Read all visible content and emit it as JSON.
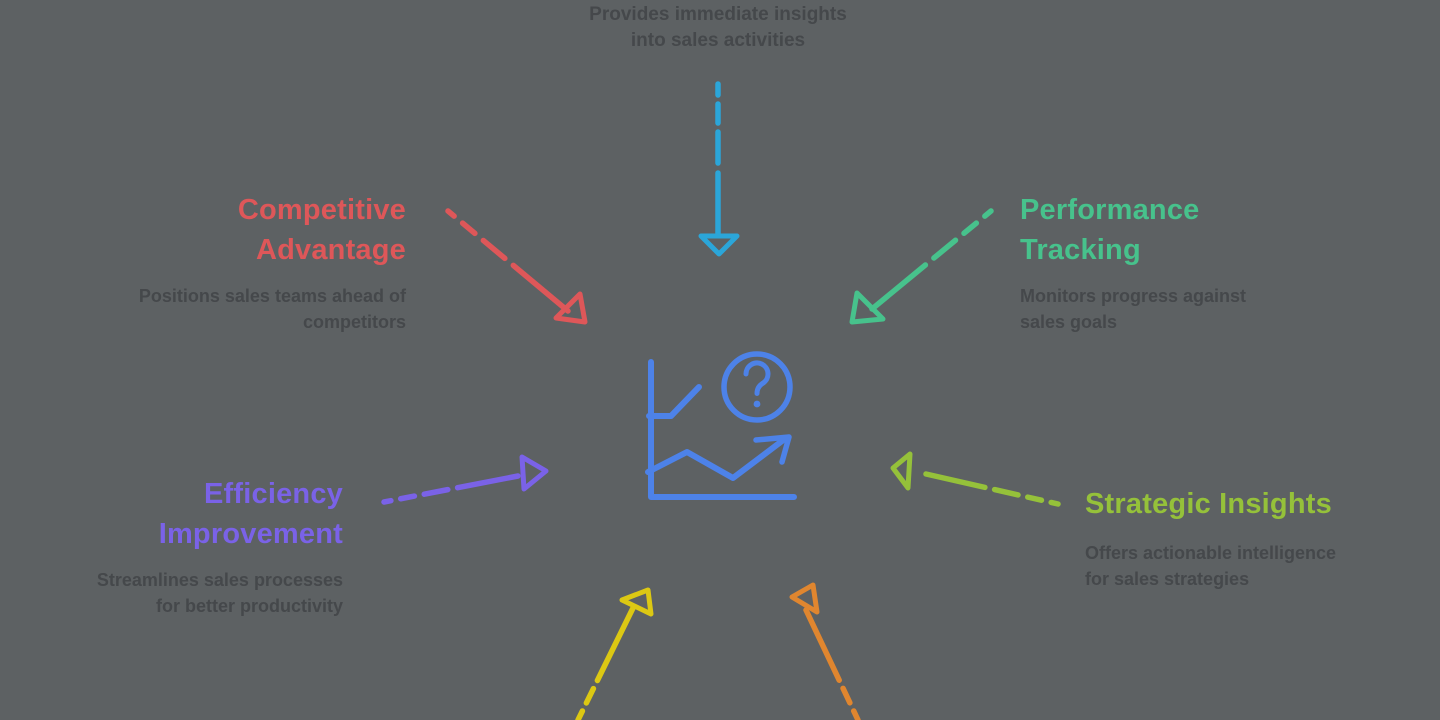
{
  "colors": {
    "background": "#5d6163",
    "description_text": "#45484b",
    "top_arrow": "#2ba6d9",
    "competitive": "#de5759",
    "performance": "#47c28c",
    "efficiency": "#7a62e7",
    "strategic": "#95c13a",
    "bottom_left_arrow": "#dcc813",
    "bottom_right_arrow": "#e0862f",
    "center_icon": "#4d82e8"
  },
  "center": {
    "icon": "line-chart-question-icon"
  },
  "nodes": {
    "top": {
      "desc_lines": [
        "Provides immediate insights",
        "into sales activities"
      ]
    },
    "competitive_advantage": {
      "title_lines": [
        "Competitive",
        "Advantage"
      ],
      "desc_lines": [
        "Positions sales teams ahead of",
        "competitors"
      ]
    },
    "performance_tracking": {
      "title_lines": [
        "Performance",
        "Tracking"
      ],
      "desc_lines": [
        "Monitors progress against",
        "sales goals"
      ]
    },
    "efficiency_improvement": {
      "title_lines": [
        "Efficiency",
        "Improvement"
      ],
      "desc_lines": [
        "Streamlines sales processes",
        "for better productivity"
      ]
    },
    "strategic_insights": {
      "title_lines": [
        "Strategic Insights"
      ],
      "desc_lines": [
        "Offers actionable intelligence",
        "for sales strategies"
      ]
    }
  }
}
